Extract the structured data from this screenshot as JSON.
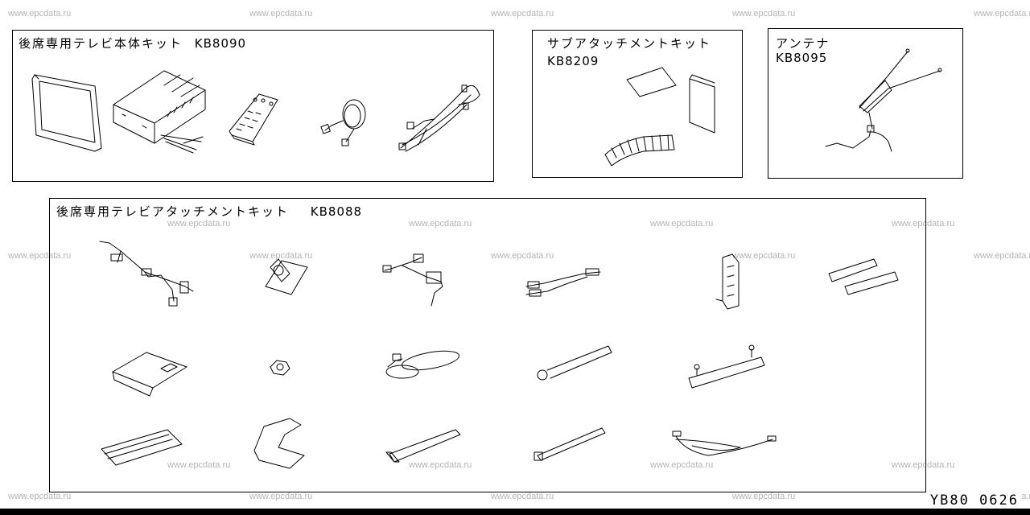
{
  "watermark": "www.epcdata.ru",
  "kits": [
    {
      "name": "後席専用テレビ本体キット",
      "part_no": "KB8090"
    },
    {
      "name": "サブアタッチメントキット",
      "part_no": "KB8209"
    },
    {
      "name": "アンテナ",
      "part_no": "KB8095"
    },
    {
      "name": "後席専用テレビアタッチメントキット",
      "part_no": "KB8088"
    }
  ],
  "page_ref": "YB80 0626"
}
